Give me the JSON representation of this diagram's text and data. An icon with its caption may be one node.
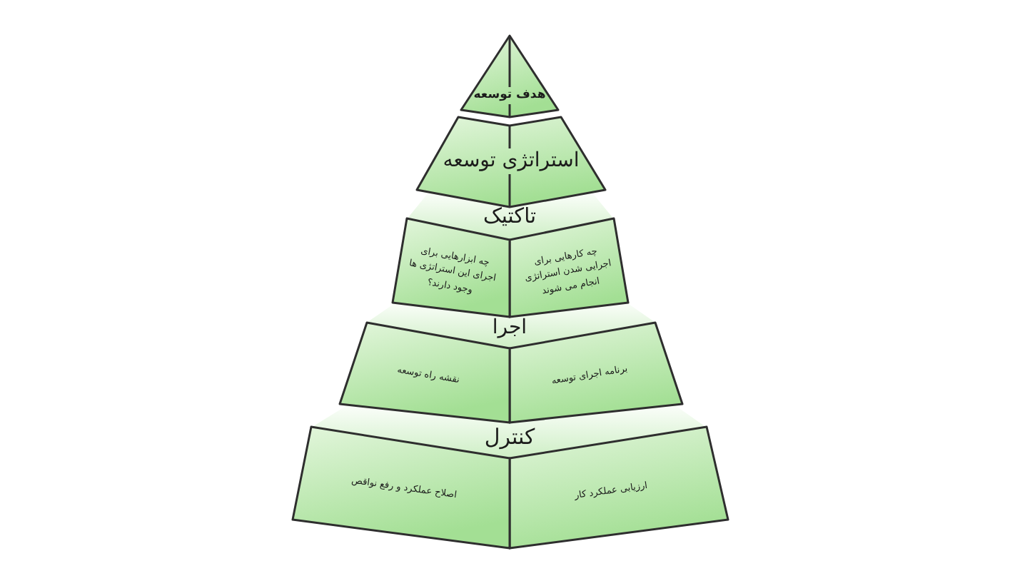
{
  "diagram": {
    "nodes": [
      {
        "text": [
          "هدف توسعه"
        ]
      },
      {
        "text": [
          "استراتژی توسعه"
        ]
      },
      {
        "text": [
          "تاکتیک"
        ]
      },
      {
        "text": [
          "چه کارهایی برای اجرایی شدن استراتژی انجام می شوند"
        ]
      },
      {
        "text": [
          "چه ابزارهایی برای اجرای این استراتژی ها وجود دارند؟"
        ]
      },
      {
        "text": [
          "اجرا"
        ]
      },
      {
        "text": [
          "برنامه اجرای توسعه"
        ]
      },
      {
        "text": [
          "نقشه راه توسعه"
        ]
      },
      {
        "text": [
          "کنترل"
        ]
      },
      {
        "text": [
          "ارزیابی عملکرد کار"
        ]
      },
      {
        "text": [
          "اصلاح عملکرد و رفع نواقص"
        ]
      }
    ]
  }
}
